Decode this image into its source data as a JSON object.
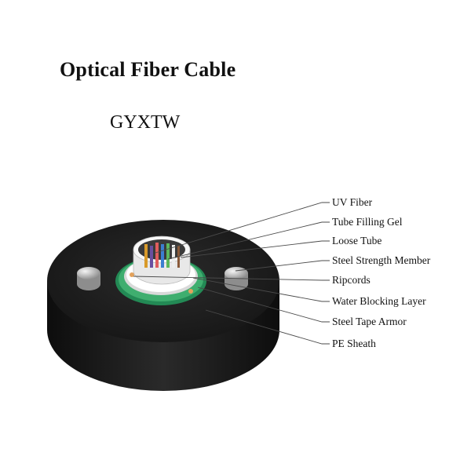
{
  "title": "Optical Fiber Cable",
  "model": "GYXTW",
  "components": [
    {
      "label": "UV Fiber"
    },
    {
      "label": "Tube Filling Gel"
    },
    {
      "label": "Loose Tube"
    },
    {
      "label": "Steel Strength Member"
    },
    {
      "label": "Ripcords"
    },
    {
      "label": "Water Blocking Layer"
    },
    {
      "label": "Steel Tape Armor"
    },
    {
      "label": "PE Sheath"
    }
  ],
  "colors": {
    "sheath": "#1c1c1c",
    "armor_green": "#2e8b57",
    "steel": "#c0c0c0",
    "tube": "#f2f2f2",
    "leader_line": "#555555"
  }
}
